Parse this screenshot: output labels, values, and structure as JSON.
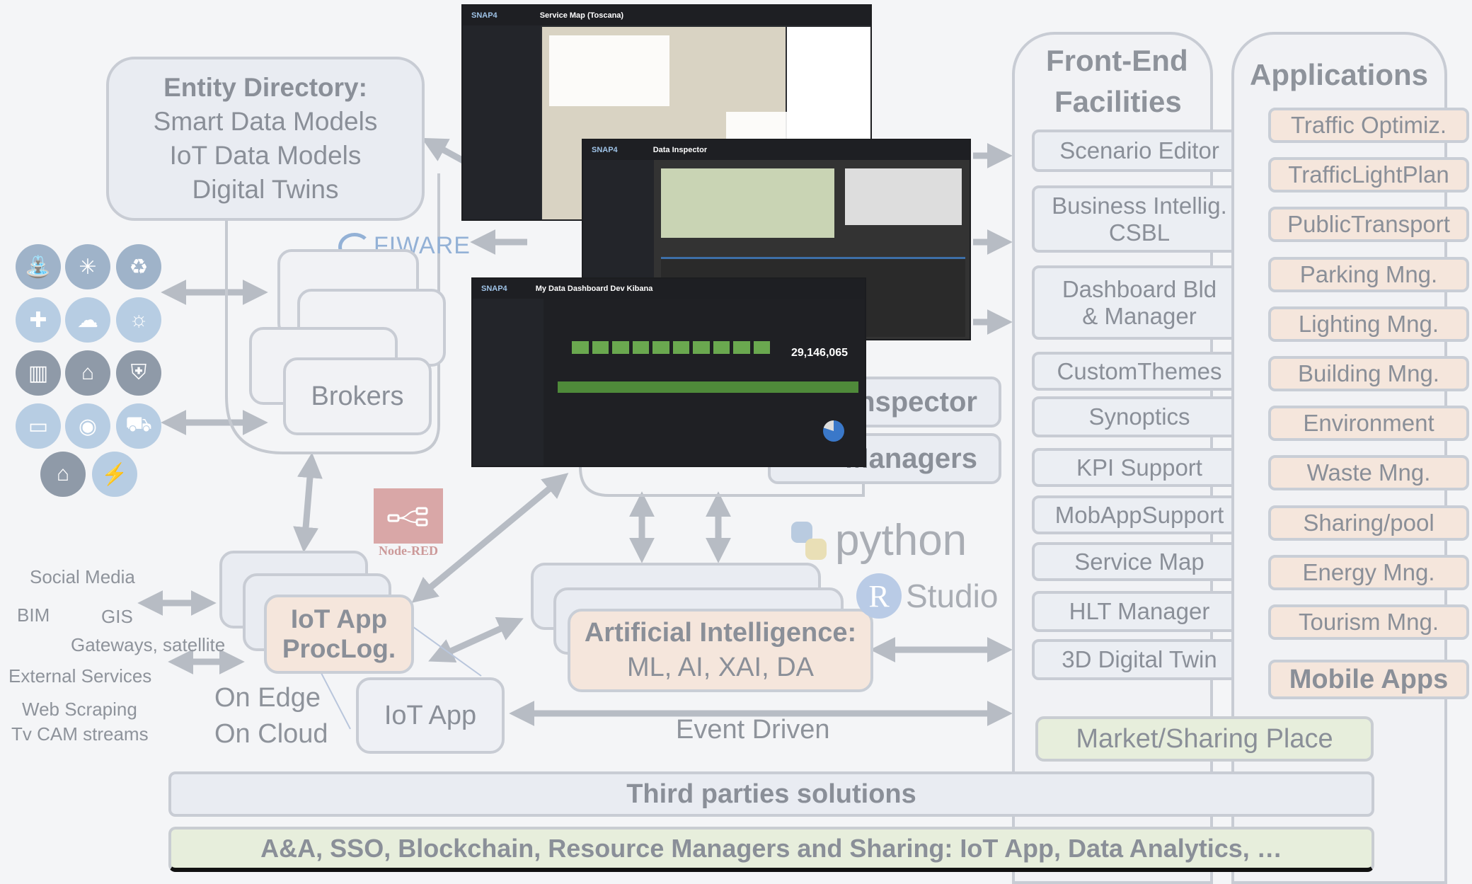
{
  "entity_directory": {
    "title": "Entity Directory:",
    "lines": [
      "Smart Data Models",
      "IoT Data Models",
      "Digital Twins"
    ]
  },
  "fiware_logo": "FIWARE",
  "brokers": "Brokers",
  "node_red": "Node-RED",
  "sources": [
    "Social Media",
    "BIM",
    "GIS",
    "Gateways, satellite",
    "External Services",
    "Web Scraping",
    "Tv CAM streams"
  ],
  "iot_app_proclog": [
    "IoT App",
    "ProcLog."
  ],
  "on_edge": "On Edge",
  "on_cloud": "On Cloud",
  "iot_app": "IoT App",
  "ai_box": {
    "title": "Artificial Intelligence:",
    "sub": "ML, AI, XAI, DA"
  },
  "event_driven": "Event Driven",
  "python": "python",
  "rstudio": {
    "r": "R",
    "studio": "Studio"
  },
  "inspector": "Inspector",
  "managers": "Managers",
  "frontend": {
    "title_lines": [
      "Front-End",
      "Facilities"
    ],
    "items": [
      [
        "Scenario Editor"
      ],
      [
        "Business Intellig.",
        "CSBL"
      ],
      [
        "Dashboard Bld",
        "& Manager"
      ],
      [
        "CustomThemes"
      ],
      [
        "Synoptics"
      ],
      [
        "KPI Support"
      ],
      [
        "MobAppSupport"
      ],
      [
        "Service Map"
      ],
      [
        "HLT Manager"
      ],
      [
        "3D Digital Twin"
      ]
    ]
  },
  "applications": {
    "title": "Applications",
    "items": [
      "Traffic Optimiz.",
      "TrafficLightPlan",
      "PublicTransport",
      "Parking Mng.",
      "Lighting Mng.",
      "Building Mng.",
      "Environment",
      "Waste Mng.",
      "Sharing/pool",
      "Energy Mng.",
      "Tourism Mng."
    ],
    "mobile": "Mobile Apps"
  },
  "market": "Market/Sharing  Place",
  "third_parties": "Third parties solutions",
  "bottom_bar": "A&A, SSO, Blockchain, Resource Managers and Sharing: IoT App, Data Analytics, …",
  "screenshots": {
    "service_map": {
      "logo": "SNAP4",
      "title": "Service Map (Toscana)"
    },
    "data_inspector": {
      "logo": "SNAP4",
      "title": "Data Inspector"
    },
    "dashboard": {
      "logo": "SNAP4",
      "title": "My Data Dashboard Dev Kibana",
      "kpi": "29,146,065"
    }
  },
  "colors": {
    "peach": "#f5e6dc",
    "green": "#e7eedc",
    "gray": "#e9ecf2",
    "green_bars": "#6aa84f"
  }
}
